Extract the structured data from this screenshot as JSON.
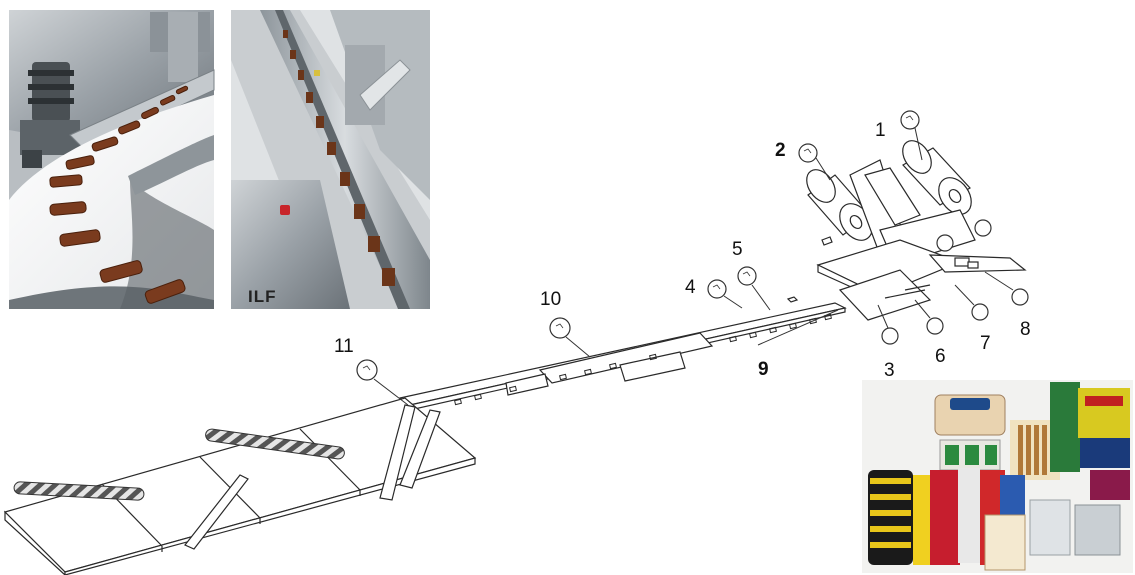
{
  "photos": {
    "left": {},
    "middle": {
      "label": "ILF"
    },
    "right": {}
  },
  "callouts": [
    {
      "id": "1",
      "text": "1"
    },
    {
      "id": "2",
      "text": "2"
    },
    {
      "id": "3",
      "text": "3"
    },
    {
      "id": "4",
      "text": "4"
    },
    {
      "id": "5",
      "text": "5"
    },
    {
      "id": "6",
      "text": "6"
    },
    {
      "id": "7",
      "text": "7"
    },
    {
      "id": "8",
      "text": "8"
    },
    {
      "id": "9",
      "text": "9"
    },
    {
      "id": "10",
      "text": "10"
    },
    {
      "id": "11",
      "text": "11"
    }
  ]
}
